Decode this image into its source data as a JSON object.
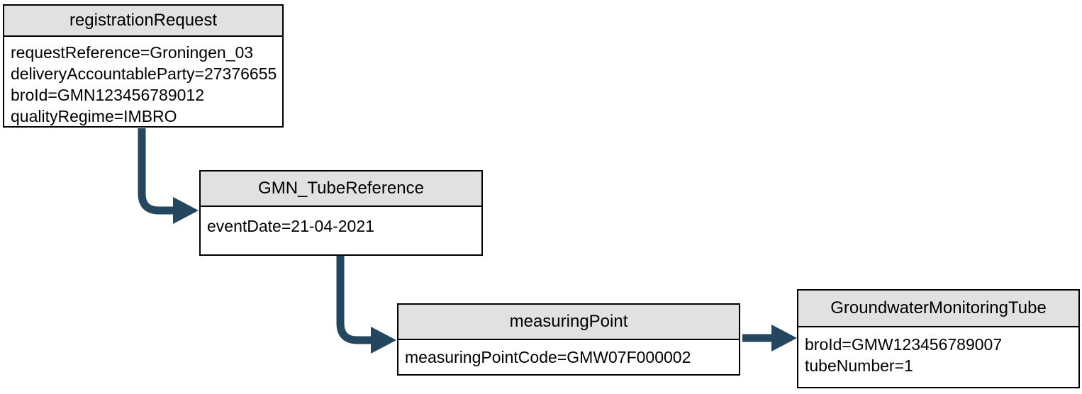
{
  "colors": {
    "connector": "#24465e",
    "node_header_fill": "#e1e1e1",
    "node_border": "#000000",
    "background": "#ffffff",
    "text": "#000000"
  },
  "diagram": {
    "nodes": [
      {
        "title": "registrationRequest",
        "attributes": [
          "requestReference=Groningen_03",
          "deliveryAccountableParty=27376655",
          "broId=GMN123456789012",
          "qualityRegime=IMBRO"
        ]
      },
      {
        "title": "GMN_TubeReference",
        "attributes": [
          "eventDate=21-04-2021"
        ]
      },
      {
        "title": "measuringPoint",
        "attributes": [
          "measuringPointCode=GMW07F000002"
        ]
      },
      {
        "title": "GroundwaterMonitoringTube",
        "attributes": [
          "broId=GMW123456789007",
          "tubeNumber=1"
        ]
      }
    ],
    "connectors": [
      {
        "from": "registrationRequest",
        "to": "GMN_TubeReference"
      },
      {
        "from": "GMN_TubeReference",
        "to": "measuringPoint"
      },
      {
        "from": "measuringPoint",
        "to": "GroundwaterMonitoringTube"
      }
    ]
  }
}
